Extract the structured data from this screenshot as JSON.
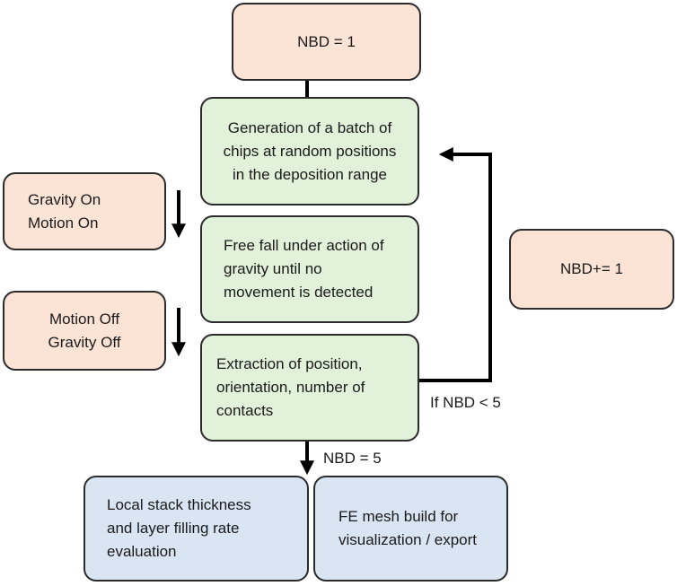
{
  "nodes": {
    "start": "NBD = 1",
    "generation": "Generation of a batch of\nchips at random positions\nin the deposition range",
    "free_fall": "Free fall under action of\ngravity until no\nmovement is detected",
    "extraction": "Extraction of position,\norientation, number of\ncontacts",
    "gravity_on": "Gravity On\nMotion On",
    "motion_off": "Motion Off\nGravity Off",
    "increment": "NBD+= 1",
    "stack_eval": "Local stack thickness\nand layer filling rate\nevaluation",
    "fe_mesh": "FE mesh build for\nvisualization / export"
  },
  "edge_labels": {
    "loop": "If NBD < 5",
    "done": "NBD = 5"
  },
  "colors": {
    "orange": "#fbe3d6",
    "green": "#e2f1da",
    "blue": "#dae5f4",
    "stroke": "#2b2b2b",
    "arrow": "#000000"
  }
}
